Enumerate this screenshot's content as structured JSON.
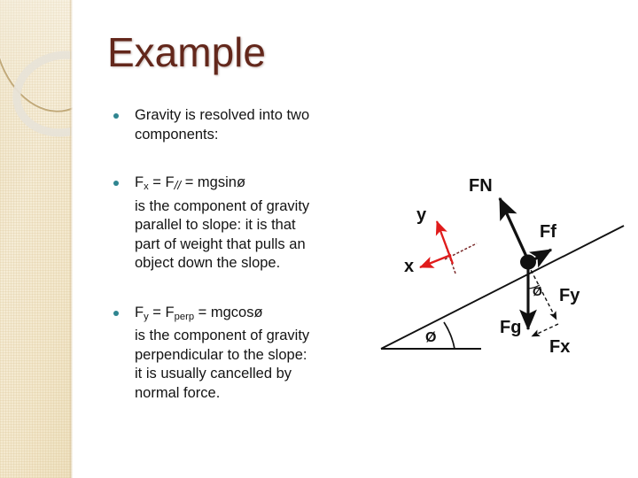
{
  "slide": {
    "title": "Example",
    "title_color": "#63271b",
    "background_color": "#ffffff",
    "sidebar_color": "#f2e7cf",
    "bullet_color": "#2f8590",
    "body_text_color": "#141414"
  },
  "bullets": [
    {
      "id": "bullet-gravity-components",
      "lines": [
        "Gravity is resolved into two",
        "components:"
      ]
    },
    {
      "id": "bullet-fx-parallel",
      "formula": {
        "f1": "F",
        "f1_sub": "x",
        "eq1": " = ",
        "f2": "F",
        "f2_sub": "//",
        "eq2": " = mgsinø"
      },
      "lines": [
        "is the component of gravity",
        "parallel to slope: it is that",
        "part of weight that pulls an",
        "object down the slope."
      ]
    },
    {
      "id": "bullet-fy-perpendicular",
      "formula": {
        "f1": "F",
        "f1_sub": "y",
        "eq1": " = ",
        "f2": "F",
        "f2_sub": "perp",
        "eq2": " = mgcosø"
      },
      "lines": [
        "is the component of gravity",
        "perpendicular to the slope:",
        "it is usually cancelled by",
        "normal force."
      ]
    }
  ],
  "diagram": {
    "name": "inclined-plane-free-body-diagram",
    "labels": {
      "normal_force": "FN",
      "friction": "Ff",
      "gravity": "Fg",
      "gravity_perp": "Fy",
      "gravity_parallel": "Fx",
      "axis_y": "y",
      "axis_x": "x",
      "incline_angle": "Ø",
      "component_angle": "Ø"
    },
    "colors": {
      "vectors": "#111111",
      "axes": "#7a2b2b",
      "axis_arrowheads": "#e01b1b"
    }
  }
}
